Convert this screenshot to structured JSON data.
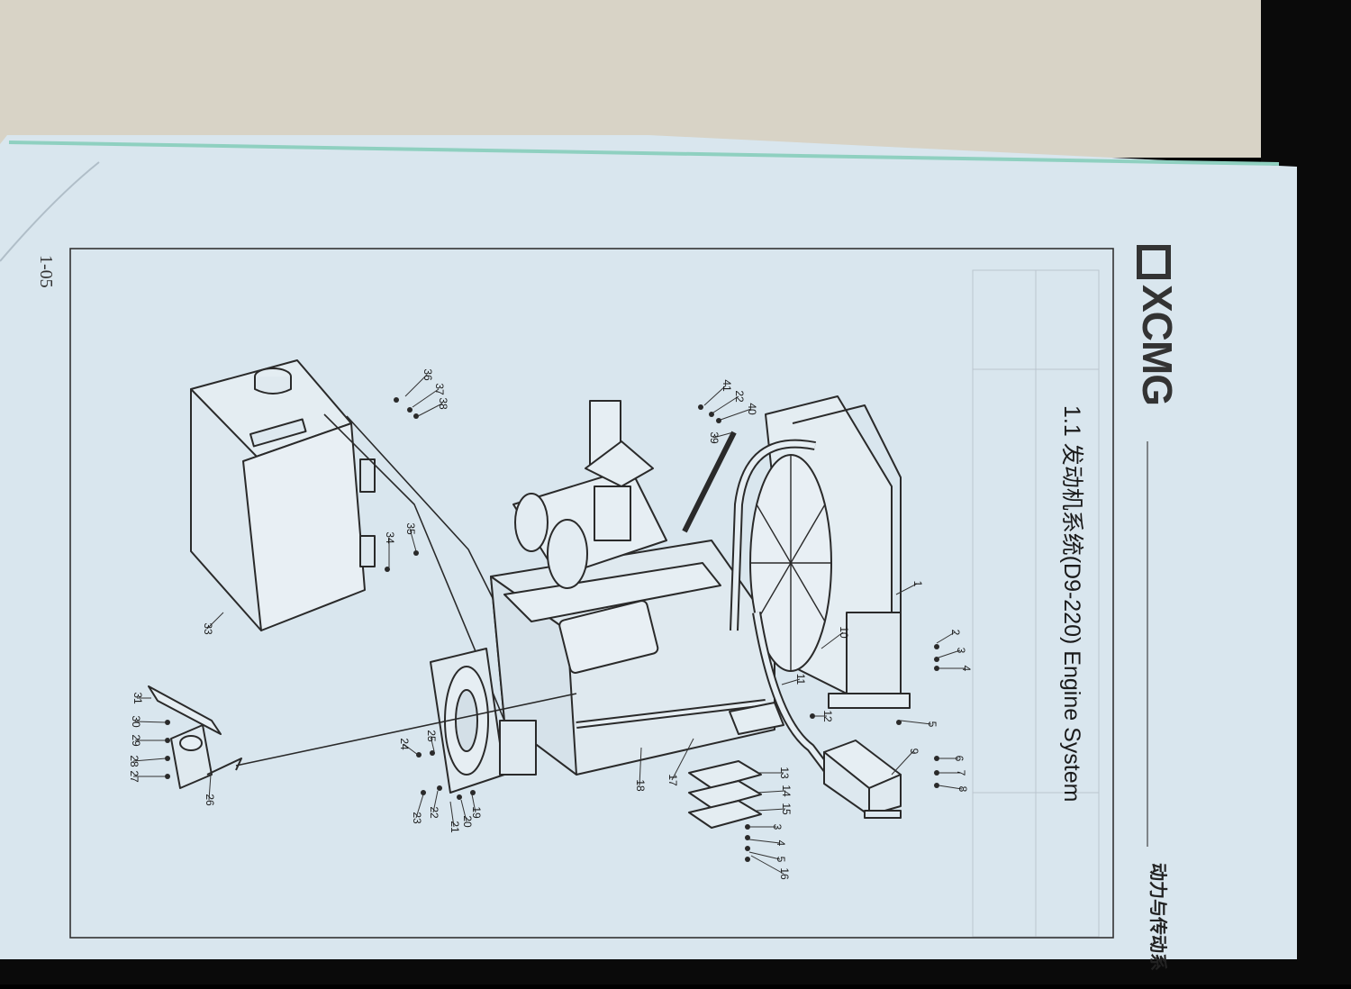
{
  "page": {
    "page_number": "1-05",
    "logo_text": "XCMG",
    "section_title": "1.1 发动机系统(D9-220)  Engine System",
    "chapter_title": "动力与传动系"
  },
  "colors": {
    "paper": "#d9e6ee",
    "page_behind": "#d8d3c6",
    "line": "#2a2a2a",
    "teal_edge": "#8fd0c0"
  },
  "callouts": [
    "1",
    "2",
    "3",
    "4",
    "5",
    "6",
    "7",
    "8",
    "9",
    "10",
    "11",
    "12",
    "13",
    "14",
    "15",
    "16",
    "17",
    "18",
    "19",
    "20",
    "21",
    "22",
    "23",
    "24",
    "25",
    "26",
    "27",
    "28",
    "29",
    "30",
    "31",
    "33",
    "34",
    "35",
    "36",
    "37",
    "38",
    "39",
    "40",
    "41"
  ]
}
